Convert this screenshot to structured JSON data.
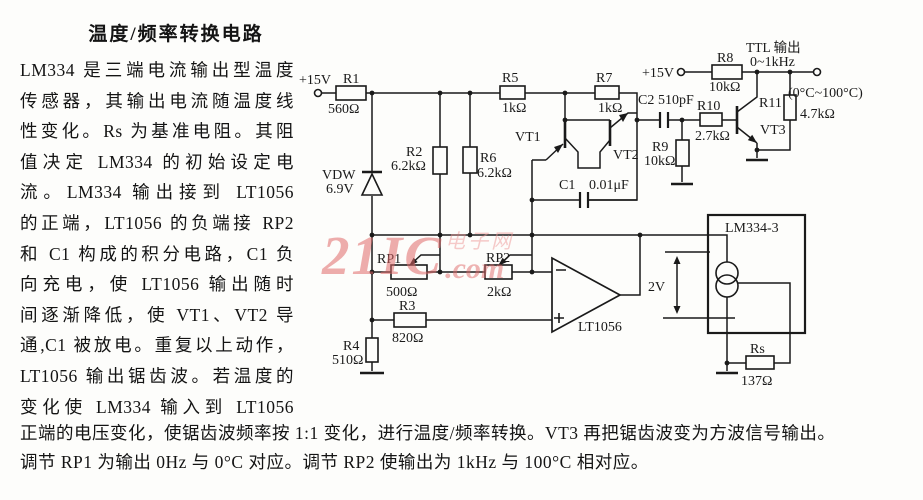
{
  "article": {
    "title": "温度/频率转换电路",
    "lines": [
      "LM334 是三端电流输出型温度",
      "传感器，其输出电流随温度线",
      "性变化。Rs 为基准电阻。其阻",
      "值决定 LM334 的初始设定电",
      "流。LM334 输出接到 LT1056",
      "的正端，LT1056 的负端接 RP2",
      "和 C1 构成的积分电路，C1 负",
      "向充电，使 LT1056 输出随时",
      "间逐渐降低，使 VT1、VT2 导",
      "通,C1 被放电。重复以上动作，",
      "LT1056 输出锯齿波。若温度的",
      "变化使 LM334 输入到 LT1056"
    ],
    "footer": [
      "正端的电压变化，使锯齿波频率按 1:1 变化，进行温度/频率转换。VT3 再把锯齿波变为方波信号输出。",
      "调节 RP1 为输出 0Hz 与 0°C 对应。调节 RP2 使输出为 1kHz 与 100°C 相对应。"
    ]
  },
  "watermark": {
    "big": "21IC",
    "cn": "电子网",
    "com": ".com",
    "color": "#e06969"
  },
  "schematic": {
    "pwr_left": "+15V",
    "pwr_right": "+15V",
    "ttl1": "TTL 输出",
    "ttl2": "0~1kHz",
    "range": "(0°C~100°C)",
    "r1": {
      "n": "R1",
      "v": "560Ω"
    },
    "r2": {
      "n": "R2",
      "v": "6.2kΩ"
    },
    "r3": {
      "n": "R3",
      "v": "820Ω"
    },
    "r4": {
      "n": "R4",
      "v": "510Ω"
    },
    "r5": {
      "n": "R5",
      "v": "1kΩ"
    },
    "r6": {
      "n": "R6",
      "v": "6.2kΩ"
    },
    "r7": {
      "n": "R7",
      "v": "1kΩ"
    },
    "r8": {
      "n": "R8",
      "v": "10kΩ"
    },
    "r9": {
      "n": "R9",
      "v": "10kΩ"
    },
    "r10": {
      "n": "R10",
      "v": "2.7kΩ"
    },
    "r11": {
      "n": "R11",
      "v": "4.7kΩ"
    },
    "rp1": {
      "n": "RP1",
      "v": "500Ω"
    },
    "rp2": {
      "n": "RP2",
      "v": "2kΩ"
    },
    "rs": {
      "n": "Rs",
      "v": "137Ω"
    },
    "c1": {
      "n": "C1",
      "v": "0.01μF"
    },
    "c2": {
      "n": "C2",
      "v": "510pF"
    },
    "vdw": {
      "n": "VDW",
      "v": "6.9V"
    },
    "vt1": "VT1",
    "vt2": "VT2",
    "vt3": "VT3",
    "opamp": "LT1056",
    "ic": "LM334-3",
    "meas": "2V"
  }
}
